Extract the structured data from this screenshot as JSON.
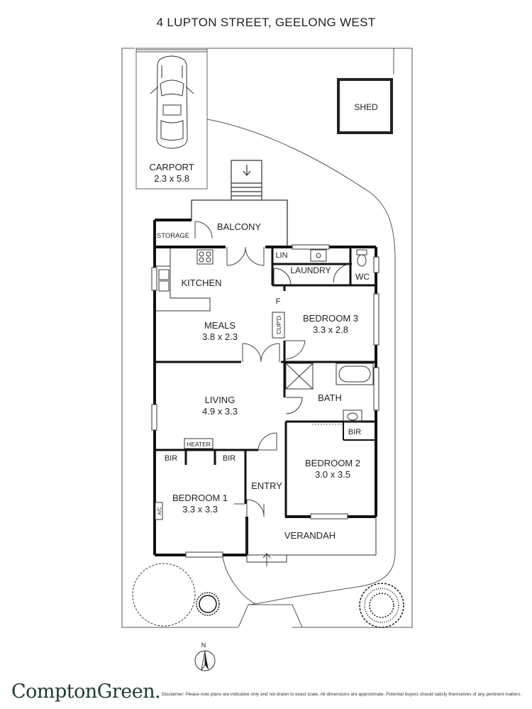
{
  "title": "4 LUPTON STREET, GEELONG WEST",
  "rooms": {
    "carport": {
      "name": "CARPORT",
      "size": "2.3 x 5.8"
    },
    "shed": {
      "name": "SHED"
    },
    "balcony": {
      "name": "BALCONY"
    },
    "storage": {
      "name": "STORAGE"
    },
    "lin": {
      "name": "LIN"
    },
    "laundry": {
      "name": "LAUNDRY"
    },
    "wc": {
      "name": "WC"
    },
    "kitchen": {
      "name": "KITCHEN"
    },
    "meals": {
      "name": "MEALS",
      "size": "3.8 x 2.3"
    },
    "f": {
      "name": "F"
    },
    "cupd": {
      "name": "CUP'D"
    },
    "bedroom3": {
      "name": "BEDROOM 3",
      "size": "3.3 x 2.8"
    },
    "bath": {
      "name": "BATH"
    },
    "living": {
      "name": "LIVING",
      "size": "4.9 x 3.3"
    },
    "bir_bath": {
      "name": "BIR"
    },
    "heater": {
      "name": "HEATER"
    },
    "bir_left": {
      "name": "BIR"
    },
    "bir_right": {
      "name": "BIR"
    },
    "bedroom2": {
      "name": "BEDROOM 2",
      "size": "3.0 x 3.5"
    },
    "entry": {
      "name": "ENTRY"
    },
    "bedroom1": {
      "name": "BEDROOM 1",
      "size": "3.3 x 3.3"
    },
    "ac": {
      "name": "A/C"
    },
    "verandah": {
      "name": "VERANDAH"
    }
  },
  "compass": {
    "label": "N"
  },
  "footer": {
    "brand": "ComptonGreen.",
    "disclaimer": "Disclaimer: Please note plans are indicative only and not drawn to exact scale. All dimensions are approximate. Potential buyers should satisfy themselves of any pertinent matters."
  }
}
